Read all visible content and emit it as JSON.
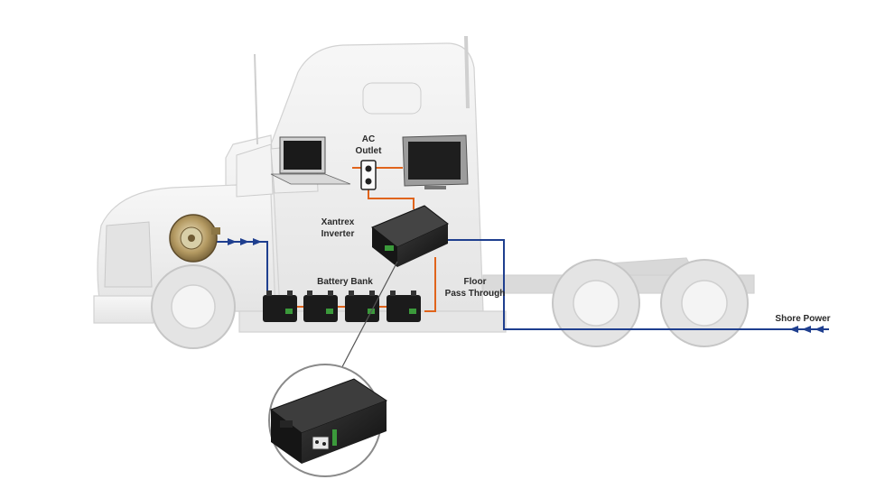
{
  "labels": {
    "ac_outlet_line1": "AC",
    "ac_outlet_line2": "Outlet",
    "inverter_line1": "Xantrex",
    "inverter_line2": "Inverter",
    "battery_bank": "Battery Bank",
    "floor_line1": "Floor",
    "floor_line2": "Pass Through",
    "shore_power": "Shore Power"
  },
  "colors": {
    "dc_wire": "#1f3f8f",
    "ac_wire": "#e0641c",
    "truck_body": "#eeeeee",
    "truck_outline": "#cfcfcf",
    "device_dark": "#1b1b1b"
  },
  "icons": [
    "alternator-icon",
    "battery-icon",
    "laptop-icon",
    "tv-icon",
    "outlet-icon",
    "inverter-icon"
  ]
}
